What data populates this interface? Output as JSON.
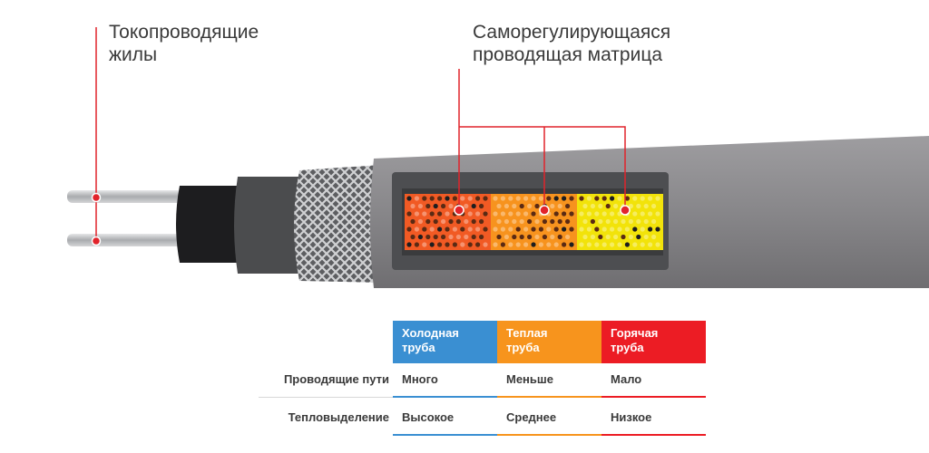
{
  "labels": {
    "conductors": [
      "Токопроводящие",
      "жилы"
    ],
    "matrix": [
      "Саморегулирующаяся",
      "проводящая матрица"
    ]
  },
  "table": {
    "columns": [
      {
        "lines": [
          "Холодная",
          "труба"
        ],
        "color": "#3a8fd2"
      },
      {
        "lines": [
          "Теплая",
          "труба"
        ],
        "color": "#f7941d"
      },
      {
        "lines": [
          "Горячая",
          "труба"
        ],
        "color": "#ec1c24"
      }
    ],
    "rows": [
      {
        "label": "Проводящие пути",
        "values": [
          "Много",
          "Меньше",
          "Мало"
        ]
      },
      {
        "label": "Тепловыделение",
        "values": [
          "Высокое",
          "Среднее",
          "Низкое"
        ]
      }
    ]
  },
  "colors": {
    "pointer": "#e1232b",
    "jacket": "#8c8b8d",
    "braid": "#a7a9ac",
    "inner_insulation": "#4b4c4e",
    "core": "#1d1d1f",
    "matrix_cold": "#f15a24",
    "matrix_warm": "#f7931e",
    "matrix_hot": "#f2e30a"
  },
  "icons": {
    "dot_markers": "red-dot-marker"
  }
}
